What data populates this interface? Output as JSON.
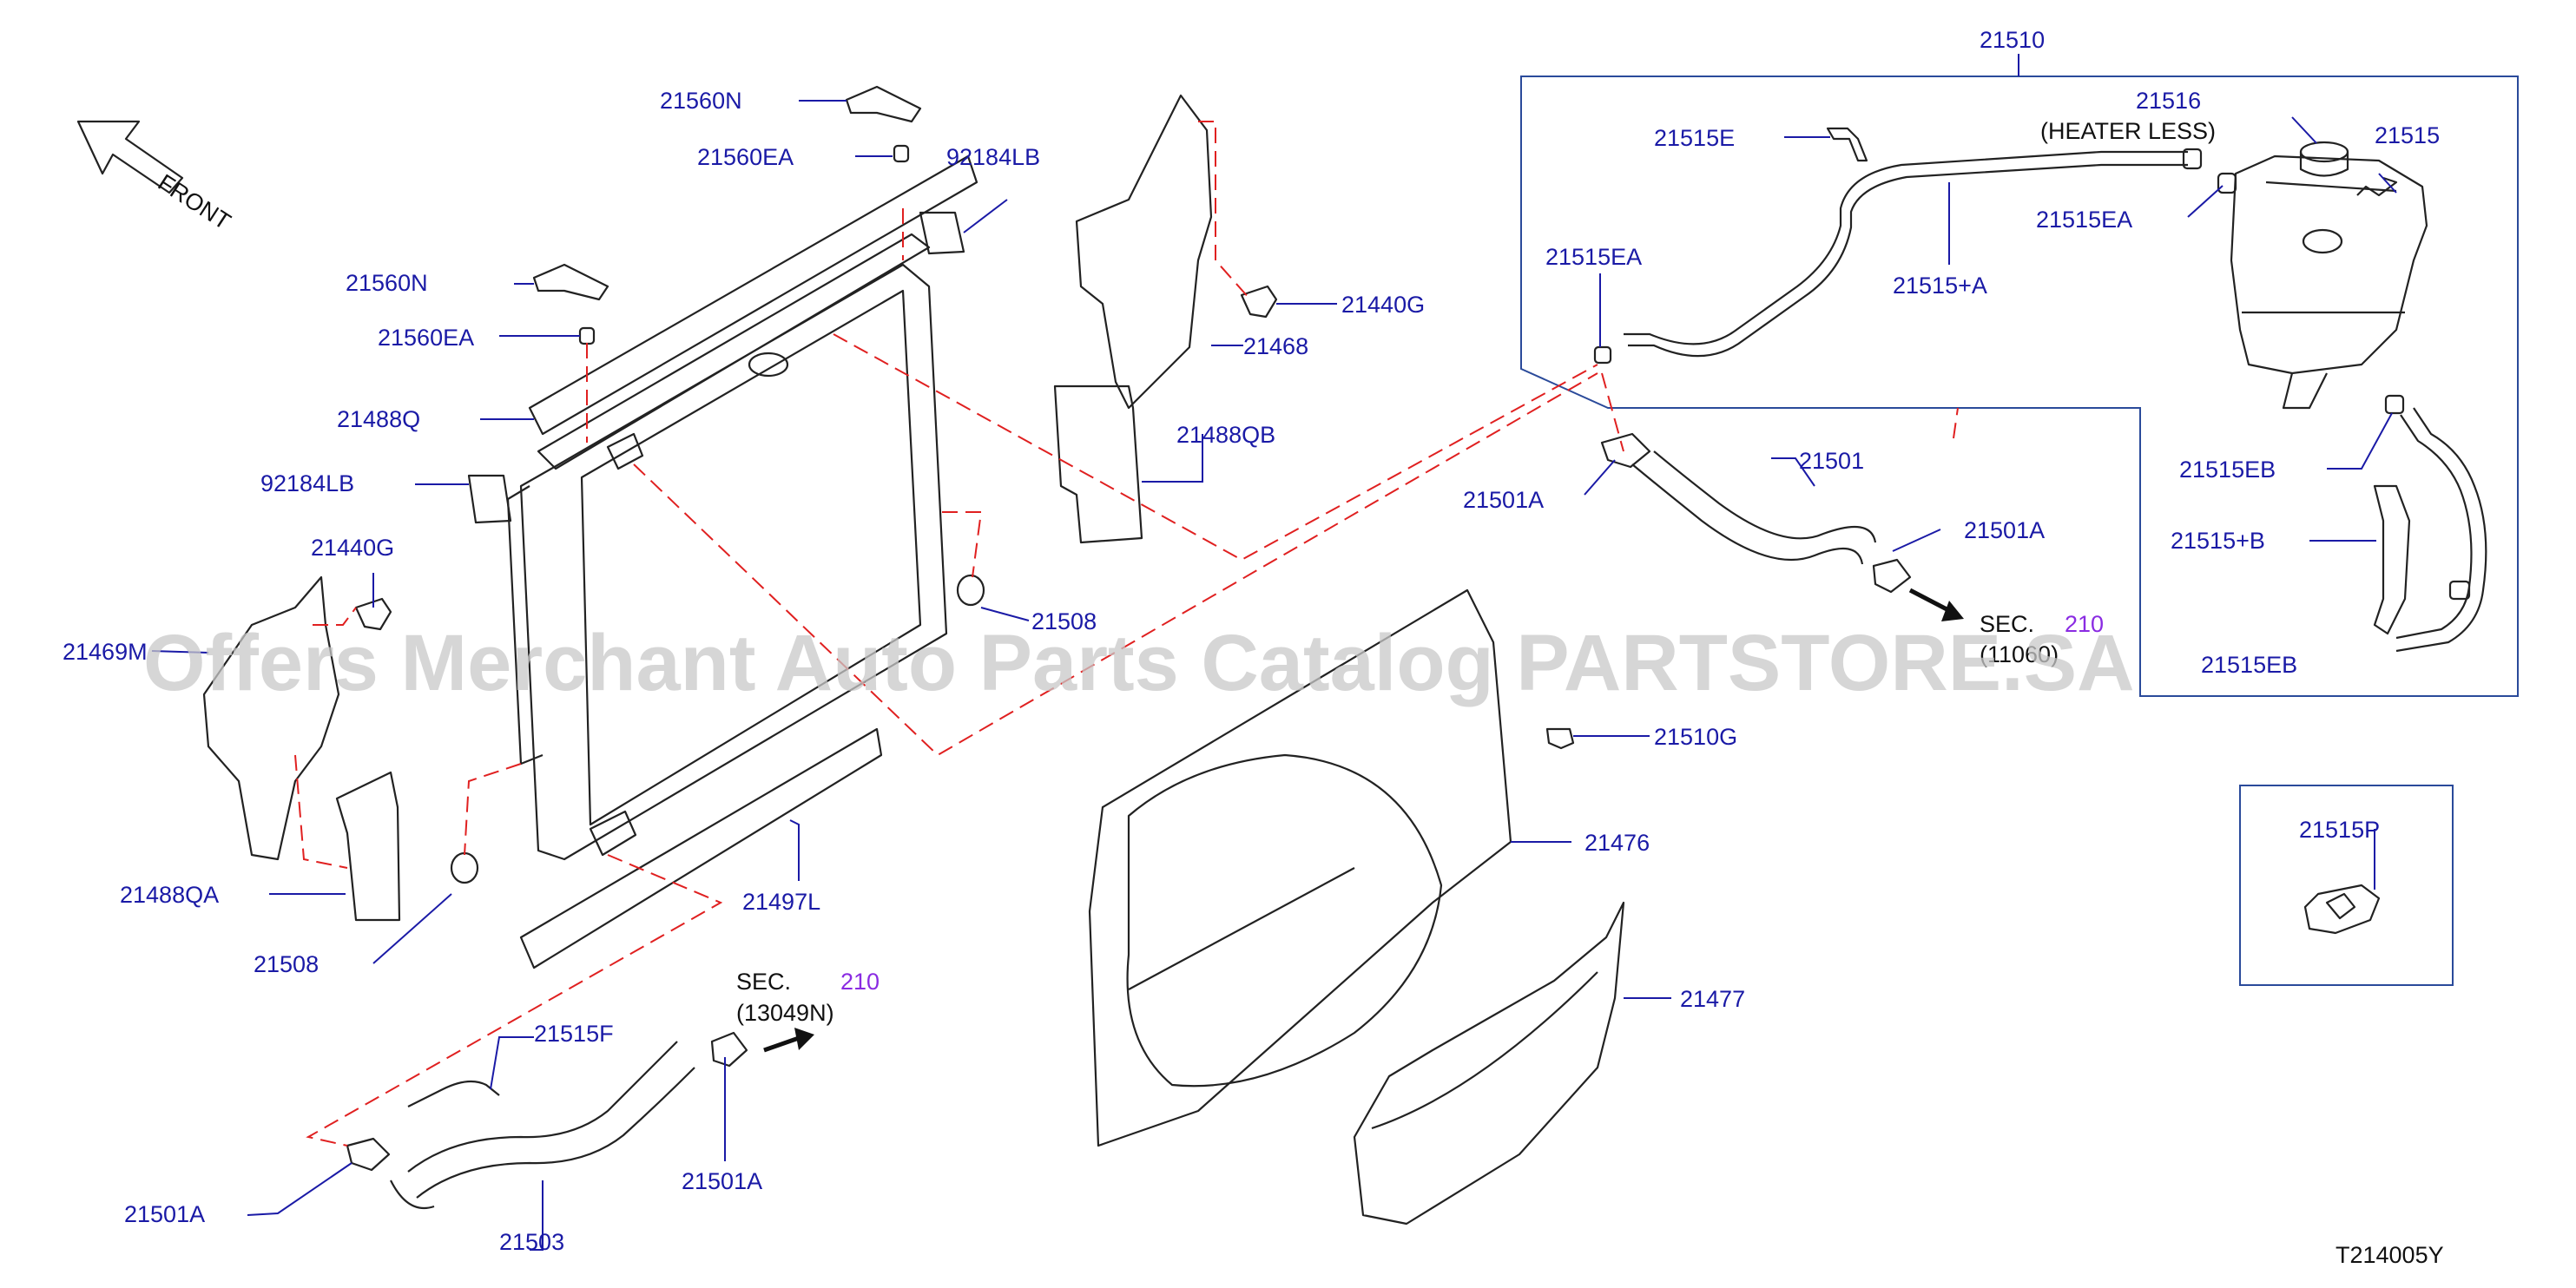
{
  "diagram_id": "T214005Y",
  "front_label": "FRONT",
  "watermark": "Offers Merchant Auto Parts Catalog PARTSTORE.SA",
  "heater_note": "(HEATER  LESS)",
  "sec_upper": {
    "sec": "SEC.",
    "num": "210",
    "ref": "(11060)"
  },
  "sec_lower": {
    "sec": "SEC.",
    "num": "210",
    "ref": "(13049N)"
  },
  "parts": {
    "p21510": "21510",
    "p21516": "21516",
    "p21515": "21515",
    "p21515E": "21515E",
    "p21515EA_top": "21515EA",
    "p21515EA_left": "21515EA",
    "p21515plusA": "21515+A",
    "p21515EB_upper": "21515EB",
    "p21515EB_lower": "21515EB",
    "p21515plusB": "21515+B",
    "p21515P": "21515P",
    "p21501": "21501",
    "p21501A_1": "21501A",
    "p21501A_2": "21501A",
    "p21501A_3": "21501A",
    "p21501A_4": "21501A",
    "p21510G": "21510G",
    "p21476": "21476",
    "p21477": "21477",
    "p21560N_1": "21560N",
    "p21560N_2": "21560N",
    "p21560EA_1": "21560EA",
    "p21560EA_2": "21560EA",
    "p92184LB_1": "92184LB",
    "p92184LB_2": "92184LB",
    "p21488Q": "21488Q",
    "p21488QB": "21488QB",
    "p21488QA": "21488QA",
    "p21440G_1": "21440G",
    "p21440G_2": "21440G",
    "p21468": "21468",
    "p21469M": "21469M",
    "p21508_1": "21508",
    "p21508_2": "21508",
    "p21497L": "21497L",
    "p21515F": "21515F",
    "p21503": "21503"
  }
}
